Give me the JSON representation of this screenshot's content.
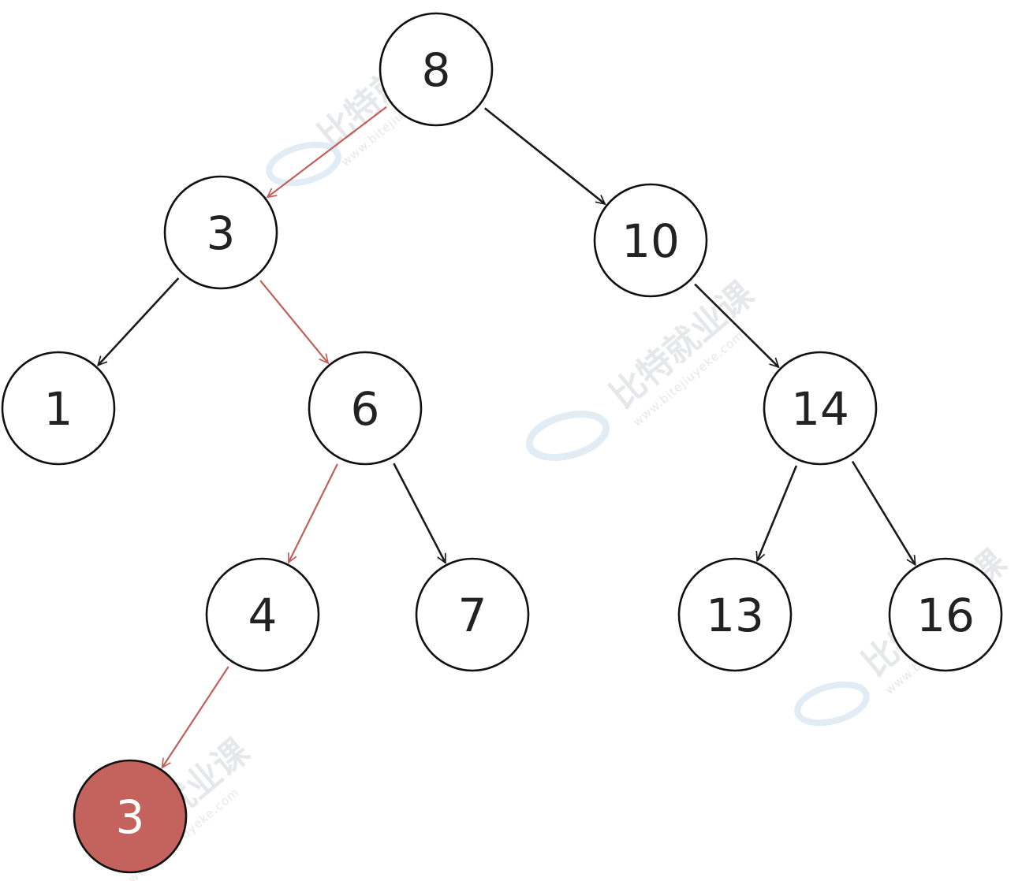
{
  "colors": {
    "edge_default": "#1a1a1a",
    "edge_path": "#c0605a",
    "node_fill": "#ffffff",
    "node_fill_inserted": "#c4625d",
    "node_text": "#222222",
    "node_text_inserted": "#ffffff"
  },
  "tree": {
    "nodes": [
      {
        "id": "n8",
        "label": "8",
        "state": "normal"
      },
      {
        "id": "n3",
        "label": "3",
        "state": "normal"
      },
      {
        "id": "n10",
        "label": "10",
        "state": "normal"
      },
      {
        "id": "n1",
        "label": "1",
        "state": "normal"
      },
      {
        "id": "n6",
        "label": "6",
        "state": "normal"
      },
      {
        "id": "n14",
        "label": "14",
        "state": "normal"
      },
      {
        "id": "n4",
        "label": "4",
        "state": "normal"
      },
      {
        "id": "n7",
        "label": "7",
        "state": "normal"
      },
      {
        "id": "n13",
        "label": "13",
        "state": "normal"
      },
      {
        "id": "n16",
        "label": "16",
        "state": "normal"
      },
      {
        "id": "n3new",
        "label": "3",
        "state": "inserted"
      }
    ],
    "edges": [
      {
        "from": "n8",
        "to": "n3",
        "highlight": true
      },
      {
        "from": "n8",
        "to": "n10",
        "highlight": false
      },
      {
        "from": "n3",
        "to": "n1",
        "highlight": false
      },
      {
        "from": "n3",
        "to": "n6",
        "highlight": true
      },
      {
        "from": "n10",
        "to": "n14",
        "highlight": false
      },
      {
        "from": "n6",
        "to": "n4",
        "highlight": true
      },
      {
        "from": "n6",
        "to": "n7",
        "highlight": false
      },
      {
        "from": "n14",
        "to": "n13",
        "highlight": false
      },
      {
        "from": "n14",
        "to": "n16",
        "highlight": false
      },
      {
        "from": "n4",
        "to": "n3new",
        "highlight": true
      }
    ]
  },
  "watermark": {
    "text": "比特就业课",
    "url": "www.bitejiuyeke.com"
  }
}
